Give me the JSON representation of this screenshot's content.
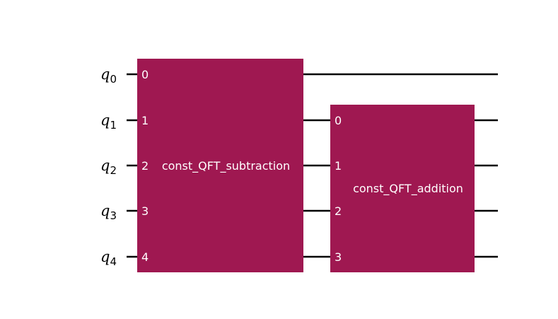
{
  "colors": {
    "gate_fill": "#9F1851",
    "wire": "#000000",
    "gate_text": "#FFFFFF"
  },
  "qubits": [
    {
      "symbol": "q",
      "index": "0"
    },
    {
      "symbol": "q",
      "index": "1"
    },
    {
      "symbol": "q",
      "index": "2"
    },
    {
      "symbol": "q",
      "index": "3"
    },
    {
      "symbol": "q",
      "index": "4"
    }
  ],
  "gates": [
    {
      "label": "const_QFT_subtraction",
      "qubits": [
        0,
        1,
        2,
        3,
        4
      ],
      "port_labels": [
        "0",
        "1",
        "2",
        "3",
        "4"
      ]
    },
    {
      "label": "const_QFT_addition",
      "qubits": [
        1,
        2,
        3,
        4
      ],
      "port_labels": [
        "0",
        "1",
        "2",
        "3"
      ]
    }
  ]
}
